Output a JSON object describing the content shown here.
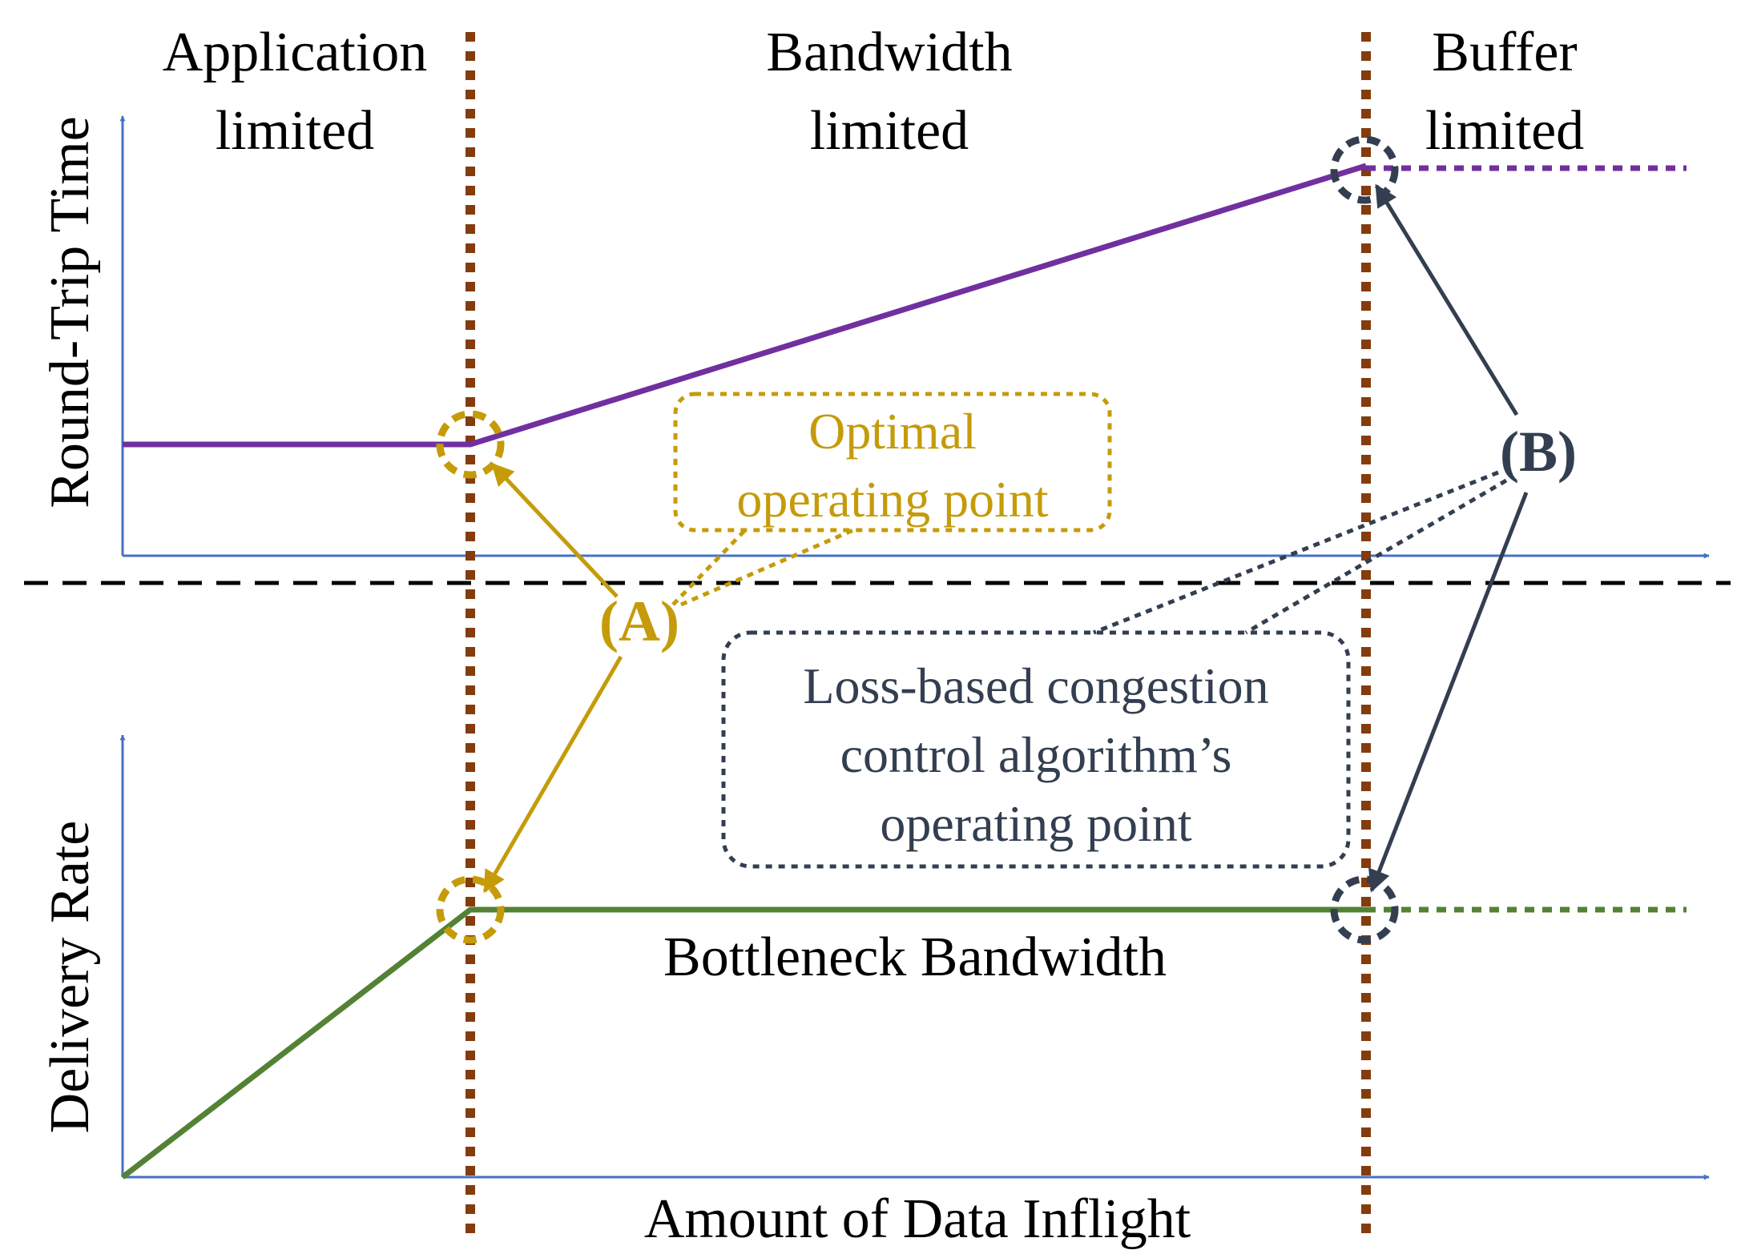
{
  "regions": {
    "application": [
      "Application",
      "limited"
    ],
    "bandwidth": [
      "Bandwidth",
      "limited"
    ],
    "buffer": [
      "Buffer",
      "limited"
    ]
  },
  "axes": {
    "rtt_label": "Round-Trip Time",
    "delivery_label": "Delivery Rate",
    "x_label": "Amount of Data Inflight"
  },
  "labels": {
    "bottleneck": "Bottleneck Bandwidth",
    "marker_a": "(A)",
    "marker_b": "(B)",
    "optimal_box": [
      "Optimal",
      "operating point"
    ],
    "loss_box": [
      "Loss-based congestion",
      "control algorithm’s",
      "operating point"
    ]
  },
  "colors": {
    "axis": "#4472c4",
    "rtt_line": "#7030a0",
    "delivery_line": "#548235",
    "boundary": "#843c0c",
    "optimal": "#c59b0a",
    "loss": "#333f50",
    "separator": "#000000",
    "text": "#000000"
  }
}
